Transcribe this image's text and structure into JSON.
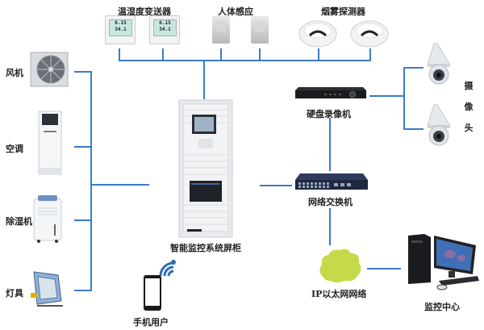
{
  "diagram": {
    "title": "智能监控系统",
    "line_color": "#3b7cc9",
    "top_sensors": {
      "temp_humidity": {
        "label": "温湿度变送器",
        "count": 2,
        "display_values": [
          "6.15",
          "34.1"
        ]
      },
      "motion": {
        "label": "人体感应",
        "count": 2
      },
      "smoke": {
        "label": "烟雾探测器",
        "count": 2
      }
    },
    "left_devices": [
      {
        "id": "fan",
        "label": "风机"
      },
      {
        "id": "air-conditioner",
        "label": "空调"
      },
      {
        "id": "dehumidifier",
        "label": "除湿机"
      },
      {
        "id": "lamp",
        "label": "灯具"
      }
    ],
    "center": {
      "cabinet_label": "智能监控系统屏柜"
    },
    "mobile": {
      "label": "手机用户"
    },
    "network": {
      "dvr_label": "硬盘录像机",
      "switch_label": "网络交换机",
      "ethernet_label": "IP以太网网络",
      "monitor_center_label": "监控中心",
      "camera_label_chars": [
        "摄",
        "像",
        "头"
      ],
      "cloud_color": "#c6d94a"
    }
  }
}
